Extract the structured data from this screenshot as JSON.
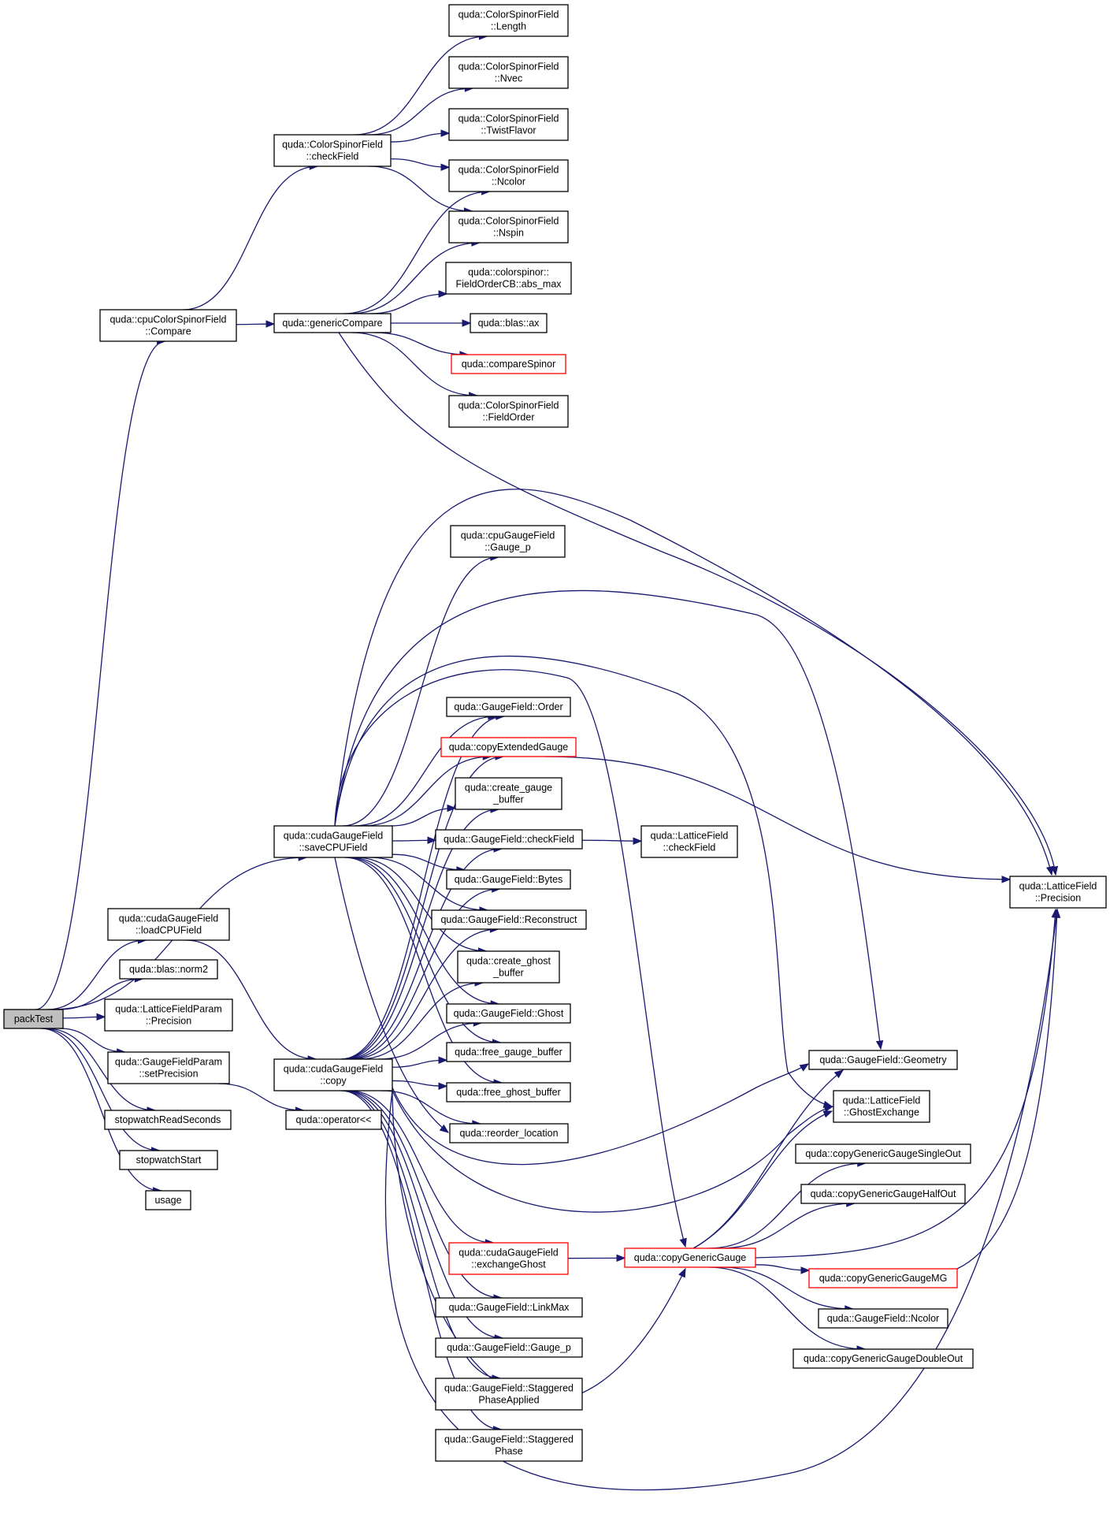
{
  "graph": {
    "nodes": {
      "packTest": {
        "lines": [
          "packTest"
        ],
        "root": true
      },
      "cpuCSF_Compare": {
        "lines": [
          "quda::cpuColorSpinorField",
          "::Compare"
        ]
      },
      "CSF_checkField": {
        "lines": [
          "quda::ColorSpinorField",
          "::checkField"
        ]
      },
      "genericCompare": {
        "lines": [
          "quda::genericCompare"
        ]
      },
      "CSF_Length": {
        "lines": [
          "quda::ColorSpinorField",
          "::Length"
        ]
      },
      "CSF_Nvec": {
        "lines": [
          "quda::ColorSpinorField",
          "::Nvec"
        ]
      },
      "CSF_TwistFlavor": {
        "lines": [
          "quda::ColorSpinorField",
          "::TwistFlavor"
        ]
      },
      "CSF_Ncolor": {
        "lines": [
          "quda::ColorSpinorField",
          "::Ncolor"
        ]
      },
      "CSF_Nspin": {
        "lines": [
          "quda::ColorSpinorField",
          "::Nspin"
        ]
      },
      "FieldOrderCB_abs_max": {
        "lines": [
          "quda::colorspinor::",
          "FieldOrderCB::abs_max"
        ]
      },
      "blas_ax": {
        "lines": [
          "quda::blas::ax"
        ]
      },
      "compareSpinor": {
        "lines": [
          "quda::compareSpinor"
        ],
        "red": true
      },
      "CSF_FieldOrder": {
        "lines": [
          "quda::ColorSpinorField",
          "::FieldOrder"
        ]
      },
      "cpuGF_Gauge_p": {
        "lines": [
          "quda::cpuGaugeField",
          "::Gauge_p"
        ]
      },
      "GF_Order": {
        "lines": [
          "quda::GaugeField::Order"
        ]
      },
      "copyExtendedGauge": {
        "lines": [
          "quda::copyExtendedGauge"
        ],
        "red": true
      },
      "create_gauge_buffer": {
        "lines": [
          "quda::create_gauge",
          "_buffer"
        ]
      },
      "cudaGF_saveCPUField": {
        "lines": [
          "quda::cudaGaugeField",
          "::saveCPUField"
        ]
      },
      "GF_checkField": {
        "lines": [
          "quda::GaugeField::checkField"
        ]
      },
      "LF_checkField": {
        "lines": [
          "quda::LatticeField",
          "::checkField"
        ]
      },
      "GF_Bytes": {
        "lines": [
          "quda::GaugeField::Bytes"
        ]
      },
      "LF_Precision": {
        "lines": [
          "quda::LatticeField",
          "::Precision"
        ]
      },
      "cudaGF_loadCPUField": {
        "lines": [
          "quda::cudaGaugeField",
          "::loadCPUField"
        ]
      },
      "GF_Reconstruct": {
        "lines": [
          "quda::GaugeField::Reconstruct"
        ]
      },
      "blas_norm2": {
        "lines": [
          "quda::blas::norm2"
        ]
      },
      "create_ghost_buffer": {
        "lines": [
          "quda::create_ghost",
          "_buffer"
        ]
      },
      "LFP_Precision": {
        "lines": [
          "quda::LatticeFieldParam",
          "::Precision"
        ]
      },
      "GF_Ghost": {
        "lines": [
          "quda::GaugeField::Ghost"
        ]
      },
      "GFP_setPrecision": {
        "lines": [
          "quda::GaugeFieldParam",
          "::setPrecision"
        ]
      },
      "free_gauge_buffer": {
        "lines": [
          "quda::free_gauge_buffer"
        ]
      },
      "GF_Geometry": {
        "lines": [
          "quda::GaugeField::Geometry"
        ]
      },
      "cudaGF_copy": {
        "lines": [
          "quda::cudaGaugeField",
          "::copy"
        ]
      },
      "free_ghost_buffer": {
        "lines": [
          "quda::free_ghost_buffer"
        ]
      },
      "LF_GhostExchange": {
        "lines": [
          "quda::LatticeField",
          "::GhostExchange"
        ]
      },
      "stopwatchReadSeconds": {
        "lines": [
          "stopwatchReadSeconds"
        ]
      },
      "operator_lshift": {
        "lines": [
          "quda::operator<<"
        ]
      },
      "reorder_location": {
        "lines": [
          "quda::reorder_location"
        ]
      },
      "stopwatchStart": {
        "lines": [
          "stopwatchStart"
        ]
      },
      "copyGenericGaugeSingleOut": {
        "lines": [
          "quda::copyGenericGaugeSingleOut"
        ]
      },
      "usage": {
        "lines": [
          "usage"
        ]
      },
      "copyGenericGaugeHalfOut": {
        "lines": [
          "quda::copyGenericGaugeHalfOut"
        ]
      },
      "cudaGF_exchangeGhost": {
        "lines": [
          "quda::cudaGaugeField",
          "::exchangeGhost"
        ],
        "red": true
      },
      "copyGenericGauge": {
        "lines": [
          "quda::copyGenericGauge"
        ],
        "red": true
      },
      "copyGenericGaugeMG": {
        "lines": [
          "quda::copyGenericGaugeMG"
        ],
        "red": true
      },
      "GF_LinkMax": {
        "lines": [
          "quda::GaugeField::LinkMax"
        ]
      },
      "GF_Ncolor": {
        "lines": [
          "quda::GaugeField::Ncolor"
        ]
      },
      "GF_Gauge_p": {
        "lines": [
          "quda::GaugeField::Gauge_p"
        ]
      },
      "copyGenericGaugeDoubleOut": {
        "lines": [
          "quda::copyGenericGaugeDoubleOut"
        ]
      },
      "GF_StaggeredPhaseApplied": {
        "lines": [
          "quda::GaugeField::Staggered",
          "PhaseApplied"
        ]
      },
      "GF_StaggeredPhase": {
        "lines": [
          "quda::GaugeField::Staggered",
          "Phase"
        ]
      }
    },
    "edges": [
      [
        "packTest",
        "cpuCSF_Compare"
      ],
      [
        "packTest",
        "cudaGF_saveCPUField"
      ],
      [
        "packTest",
        "cudaGF_loadCPUField"
      ],
      [
        "packTest",
        "blas_norm2"
      ],
      [
        "packTest",
        "LFP_Precision"
      ],
      [
        "packTest",
        "GFP_setPrecision"
      ],
      [
        "packTest",
        "stopwatchReadSeconds"
      ],
      [
        "packTest",
        "stopwatchStart"
      ],
      [
        "packTest",
        "usage"
      ],
      [
        "cpuCSF_Compare",
        "CSF_checkField"
      ],
      [
        "cpuCSF_Compare",
        "genericCompare"
      ],
      [
        "CSF_checkField",
        "CSF_Length"
      ],
      [
        "CSF_checkField",
        "CSF_Nvec"
      ],
      [
        "CSF_checkField",
        "CSF_TwistFlavor"
      ],
      [
        "CSF_checkField",
        "CSF_Ncolor"
      ],
      [
        "CSF_checkField",
        "CSF_Nspin"
      ],
      [
        "genericCompare",
        "CSF_Ncolor"
      ],
      [
        "genericCompare",
        "CSF_Nspin"
      ],
      [
        "genericCompare",
        "FieldOrderCB_abs_max"
      ],
      [
        "genericCompare",
        "blas_ax"
      ],
      [
        "genericCompare",
        "compareSpinor"
      ],
      [
        "genericCompare",
        "CSF_FieldOrder"
      ],
      [
        "genericCompare",
        "LF_Precision"
      ],
      [
        "cudaGF_saveCPUField",
        "cpuGF_Gauge_p"
      ],
      [
        "cudaGF_saveCPUField",
        "GF_Order"
      ],
      [
        "cudaGF_saveCPUField",
        "copyExtendedGauge"
      ],
      [
        "cudaGF_saveCPUField",
        "create_gauge_buffer"
      ],
      [
        "cudaGF_saveCPUField",
        "GF_checkField"
      ],
      [
        "cudaGF_saveCPUField",
        "GF_Bytes"
      ],
      [
        "cudaGF_saveCPUField",
        "GF_Reconstruct"
      ],
      [
        "cudaGF_saveCPUField",
        "create_ghost_buffer"
      ],
      [
        "cudaGF_saveCPUField",
        "GF_Ghost"
      ],
      [
        "cudaGF_saveCPUField",
        "free_gauge_buffer"
      ],
      [
        "cudaGF_saveCPUField",
        "free_ghost_buffer"
      ],
      [
        "cudaGF_saveCPUField",
        "reorder_location"
      ],
      [
        "cudaGF_saveCPUField",
        "LF_Precision"
      ],
      [
        "cudaGF_saveCPUField",
        "GF_Geometry"
      ],
      [
        "cudaGF_saveCPUField",
        "LF_GhostExchange"
      ],
      [
        "cudaGF_saveCPUField",
        "copyGenericGauge"
      ],
      [
        "GF_checkField",
        "LF_checkField"
      ],
      [
        "copyExtendedGauge",
        "LF_Precision"
      ],
      [
        "cudaGF_loadCPUField",
        "cudaGF_copy"
      ],
      [
        "GFP_setPrecision",
        "operator_lshift"
      ],
      [
        "cudaGF_copy",
        "GF_Order"
      ],
      [
        "cudaGF_copy",
        "copyExtendedGauge"
      ],
      [
        "cudaGF_copy",
        "create_gauge_buffer"
      ],
      [
        "cudaGF_copy",
        "GF_checkField"
      ],
      [
        "cudaGF_copy",
        "GF_Bytes"
      ],
      [
        "cudaGF_copy",
        "GF_Reconstruct"
      ],
      [
        "cudaGF_copy",
        "create_ghost_buffer"
      ],
      [
        "cudaGF_copy",
        "GF_Ghost"
      ],
      [
        "cudaGF_copy",
        "free_gauge_buffer"
      ],
      [
        "cudaGF_copy",
        "free_ghost_buffer"
      ],
      [
        "cudaGF_copy",
        "reorder_location"
      ],
      [
        "cudaGF_copy",
        "GF_Geometry"
      ],
      [
        "cudaGF_copy",
        "LF_GhostExchange"
      ],
      [
        "cudaGF_copy",
        "cudaGF_exchangeGhost"
      ],
      [
        "cudaGF_copy",
        "copyGenericGauge"
      ],
      [
        "cudaGF_copy",
        "GF_LinkMax"
      ],
      [
        "cudaGF_copy",
        "GF_Gauge_p"
      ],
      [
        "cudaGF_copy",
        "GF_StaggeredPhaseApplied"
      ],
      [
        "cudaGF_copy",
        "GF_StaggeredPhase"
      ],
      [
        "cudaGF_copy",
        "LF_Precision"
      ],
      [
        "cudaGF_exchangeGhost",
        "copyGenericGauge"
      ],
      [
        "copyGenericGauge",
        "GF_Geometry"
      ],
      [
        "copyGenericGauge",
        "LF_GhostExchange"
      ],
      [
        "copyGenericGauge",
        "copyGenericGaugeSingleOut"
      ],
      [
        "copyGenericGauge",
        "copyGenericGaugeHalfOut"
      ],
      [
        "copyGenericGauge",
        "copyGenericGaugeMG"
      ],
      [
        "copyGenericGauge",
        "GF_Ncolor"
      ],
      [
        "copyGenericGauge",
        "copyGenericGaugeDoubleOut"
      ],
      [
        "copyGenericGauge",
        "LF_Precision"
      ],
      [
        "copyGenericGaugeMG",
        "LF_Precision"
      ]
    ]
  }
}
